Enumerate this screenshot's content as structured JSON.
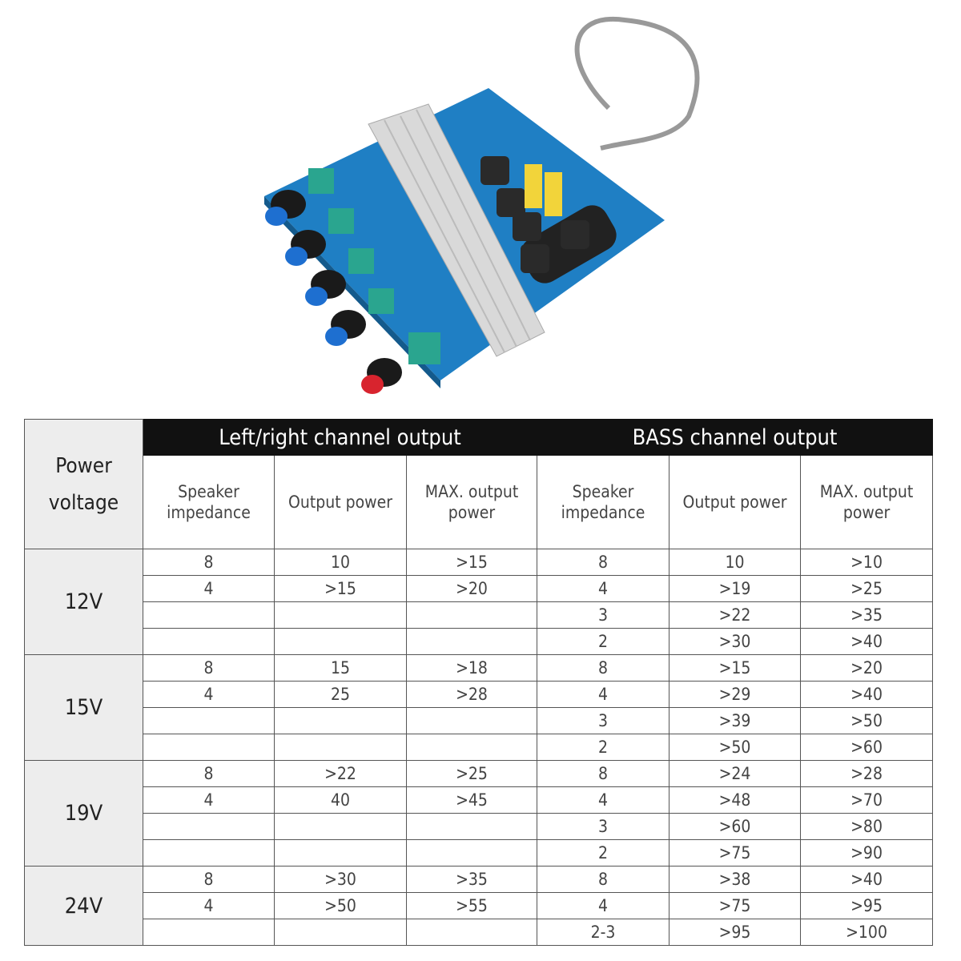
{
  "table": {
    "power_voltage_header": "Power voltage",
    "group_headers": [
      "Left/right channel output",
      "BASS channel output"
    ],
    "sub_headers": [
      "Speaker impedance",
      "Output power",
      "MAX. output power",
      "Speaker impedance",
      "Output power",
      "MAX. output power"
    ],
    "groups": [
      {
        "voltage": "12V",
        "rows": [
          [
            "8",
            "10",
            ">15",
            "8",
            "10",
            ">10"
          ],
          [
            "4",
            ">15",
            ">20",
            "4",
            ">19",
            ">25"
          ],
          [
            "",
            "",
            "",
            "3",
            ">22",
            ">35"
          ],
          [
            "",
            "",
            "",
            "2",
            ">30",
            ">40"
          ]
        ]
      },
      {
        "voltage": "15V",
        "rows": [
          [
            "8",
            "15",
            ">18",
            "8",
            ">15",
            ">20"
          ],
          [
            "4",
            "25",
            ">28",
            "4",
            ">29",
            ">40"
          ],
          [
            "",
            "",
            "",
            "3",
            ">39",
            ">50"
          ],
          [
            "",
            "",
            "",
            "2",
            ">50",
            ">60"
          ]
        ]
      },
      {
        "voltage": "19V",
        "rows": [
          [
            "8",
            ">22",
            ">25",
            "8",
            ">24",
            ">28"
          ],
          [
            "4",
            "40",
            ">45",
            "4",
            ">48",
            ">70"
          ],
          [
            "",
            "",
            "",
            "3",
            ">60",
            ">80"
          ],
          [
            "",
            "",
            "",
            "2",
            ">75",
            ">90"
          ]
        ]
      },
      {
        "voltage": "24V",
        "rows": [
          [
            "8",
            ">30",
            ">35",
            "8",
            ">38",
            ">40"
          ],
          [
            "4",
            ">50",
            ">55",
            "4",
            ">75",
            ">95"
          ],
          [
            "",
            "",
            "",
            "2-3",
            ">95",
            ">100"
          ]
        ]
      }
    ]
  }
}
